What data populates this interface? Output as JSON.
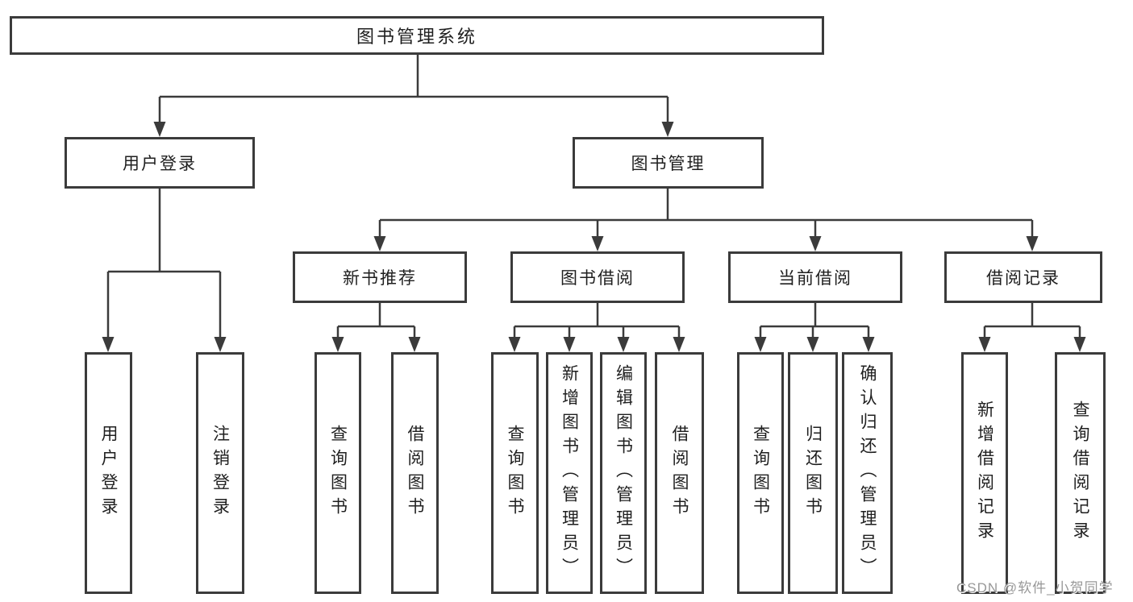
{
  "diagram": {
    "tree": {
      "label": "图书管理系统",
      "children": [
        {
          "label": "用户登录",
          "children": [
            {
              "label": "用户登录"
            },
            {
              "label": "注销登录"
            }
          ]
        },
        {
          "label": "图书管理",
          "children": [
            {
              "label": "新书推荐",
              "children": [
                {
                  "label": "查询图书"
                },
                {
                  "label": "借阅图书"
                }
              ]
            },
            {
              "label": "图书借阅",
              "children": [
                {
                  "label": "查询图书"
                },
                {
                  "label": "新增图书（管理员）"
                },
                {
                  "label": "编辑图书（管理员）"
                },
                {
                  "label": "借阅图书"
                }
              ]
            },
            {
              "label": "当前借阅",
              "children": [
                {
                  "label": "查询图书"
                },
                {
                  "label": "归还图书"
                },
                {
                  "label": "确认归还（管理员）"
                }
              ]
            },
            {
              "label": "借阅记录",
              "children": [
                {
                  "label": "新增借阅记录"
                },
                {
                  "label": "查询借阅记录"
                }
              ]
            }
          ]
        }
      ]
    },
    "style": {
      "line_color": "#3b3b3b",
      "box_border_color": "#3b3b3b",
      "background_color": "#ffffff",
      "text_color": "#1f1f1f",
      "watermark_color": "#989898"
    }
  },
  "watermark": {
    "text": "CSDN @软件_小贺同学"
  }
}
